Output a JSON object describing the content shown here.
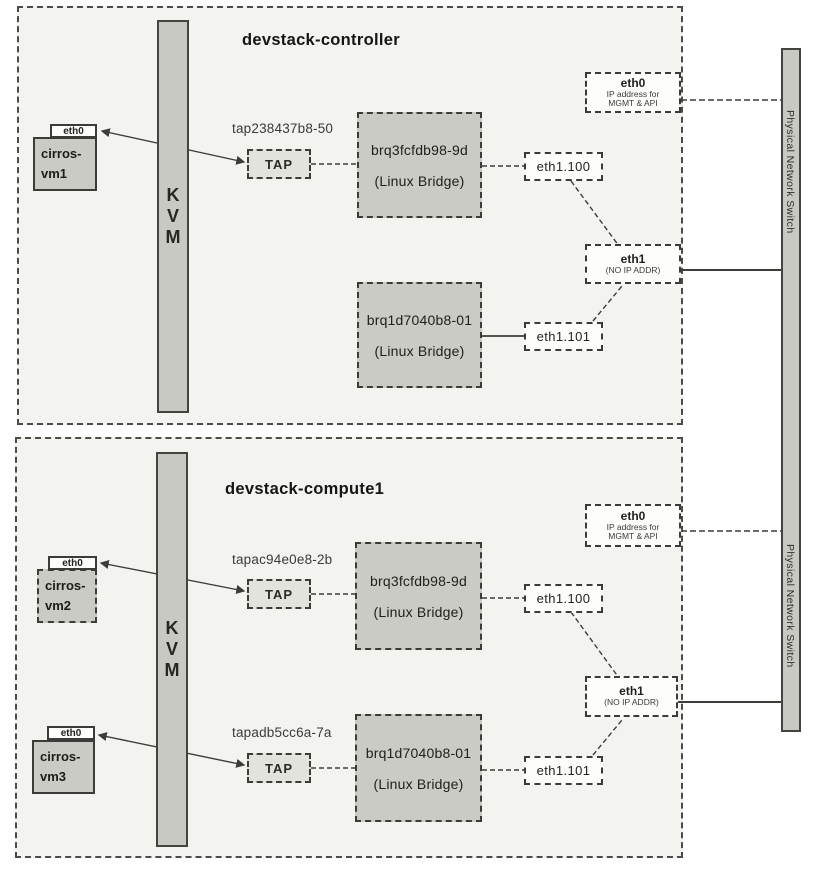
{
  "switch_label": "Physical Network Switch",
  "colors": {
    "panel_bg": "#f3f3ef",
    "box_gray": "#cbcbc5",
    "tap_fill": "#e3e3dd",
    "line": "#3c3c38",
    "box_white": "#fdfdfb"
  },
  "hosts": [
    {
      "title": "devstack-controller",
      "kvm_letters": [
        "K",
        "V",
        "M"
      ],
      "vms": [
        {
          "nic": "eth0",
          "name1": "cirros-",
          "name2": "vm1",
          "tap_label": "tap238437b8-50",
          "tap_box": "TAP"
        }
      ],
      "bridges": [
        {
          "name": "brq3fcfdb98-9d",
          "kind": "(Linux Bridge)",
          "vlan": "eth1.100"
        },
        {
          "name": "brq1d7040b8-01",
          "kind": "(Linux Bridge)",
          "vlan": "eth1.101"
        }
      ],
      "eth0": {
        "name": "eth0",
        "desc1": "IP address for",
        "desc2": "MGMT & API"
      },
      "eth1": {
        "name": "eth1",
        "desc": "(NO IP ADDR)"
      }
    },
    {
      "title": "devstack-compute1",
      "kvm_letters": [
        "K",
        "V",
        "M"
      ],
      "vms": [
        {
          "nic": "eth0",
          "name1": "cirros-",
          "name2": "vm2",
          "tap_label": "tapac94e0e8-2b",
          "tap_box": "TAP"
        },
        {
          "nic": "eth0",
          "name1": "cirros-",
          "name2": "vm3",
          "tap_label": "tapadb5cc6a-7a",
          "tap_box": "TAP"
        }
      ],
      "bridges": [
        {
          "name": "brq3fcfdb98-9d",
          "kind": "(Linux Bridge)",
          "vlan": "eth1.100"
        },
        {
          "name": "brq1d7040b8-01",
          "kind": "(Linux Bridge)",
          "vlan": "eth1.101"
        }
      ],
      "eth0": {
        "name": "eth0",
        "desc1": "IP address for",
        "desc2": "MGMT & API"
      },
      "eth1": {
        "name": "eth1",
        "desc": "(NO IP ADDR)"
      }
    }
  ]
}
